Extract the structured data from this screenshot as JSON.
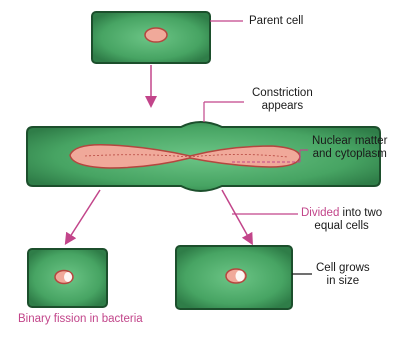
{
  "labels": {
    "parent_cell": "Parent cell",
    "constriction_line1": "Constriction",
    "constriction_line2": "appears",
    "nuclear_line1": "Nuclear matter",
    "nuclear_line2": "and cytoplasm",
    "divided_word": "Divided",
    "divided_rest": " into two",
    "equal_cells": "equal cells",
    "grows_line1": "Cell grows",
    "grows_line2": "in size"
  },
  "caption": "Binary fission in bacteria",
  "colors": {
    "cell_fill": "#3f9a5a",
    "cell_inner": "#5cb877",
    "cell_border": "#1c4f2c",
    "nucleus_fill": "#f0a99a",
    "nucleus_border": "#b5463f",
    "arrow": "#c2458a",
    "caption": "#c2458a"
  }
}
